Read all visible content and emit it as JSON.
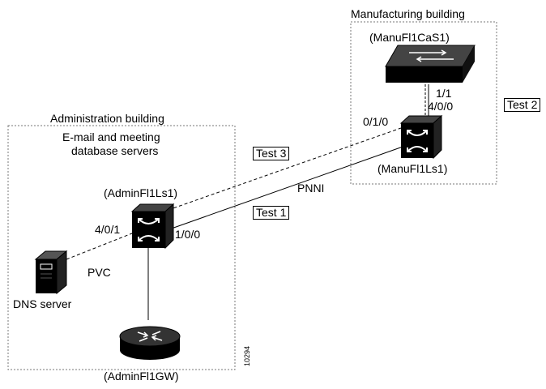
{
  "buildings": {
    "manufacturing": {
      "title": "Manufacturing building"
    },
    "administration": {
      "title": "Administration building"
    }
  },
  "servers_caption": {
    "line1": "E-mail and meeting",
    "line2": "database servers"
  },
  "devices": {
    "manu_campus_switch": "(ManuFl1CaS1)",
    "manu_ls": "(ManuFl1Ls1)",
    "admin_ls": "(AdminFl1Ls1)",
    "admin_gw": "(AdminFl1GW)",
    "dns_server": "DNS server"
  },
  "ports": {
    "manu_1_1": "1/1",
    "manu_4_0_0": "4/0/0",
    "manu_0_1_0": "0/1/0",
    "admin_4_0_1": "4/0/1",
    "admin_1_0_0": "1/0/0"
  },
  "links": {
    "pnni": "PNNI",
    "pvc": "PVC"
  },
  "tests": {
    "test1": "Test 1",
    "test2": "Test 2",
    "test3": "Test 3"
  },
  "figure_id": "10294",
  "colors": {
    "device_fill": "#000000",
    "device_symbol": "#ffffff",
    "line": "#000000",
    "dashed_border": "#777777"
  }
}
